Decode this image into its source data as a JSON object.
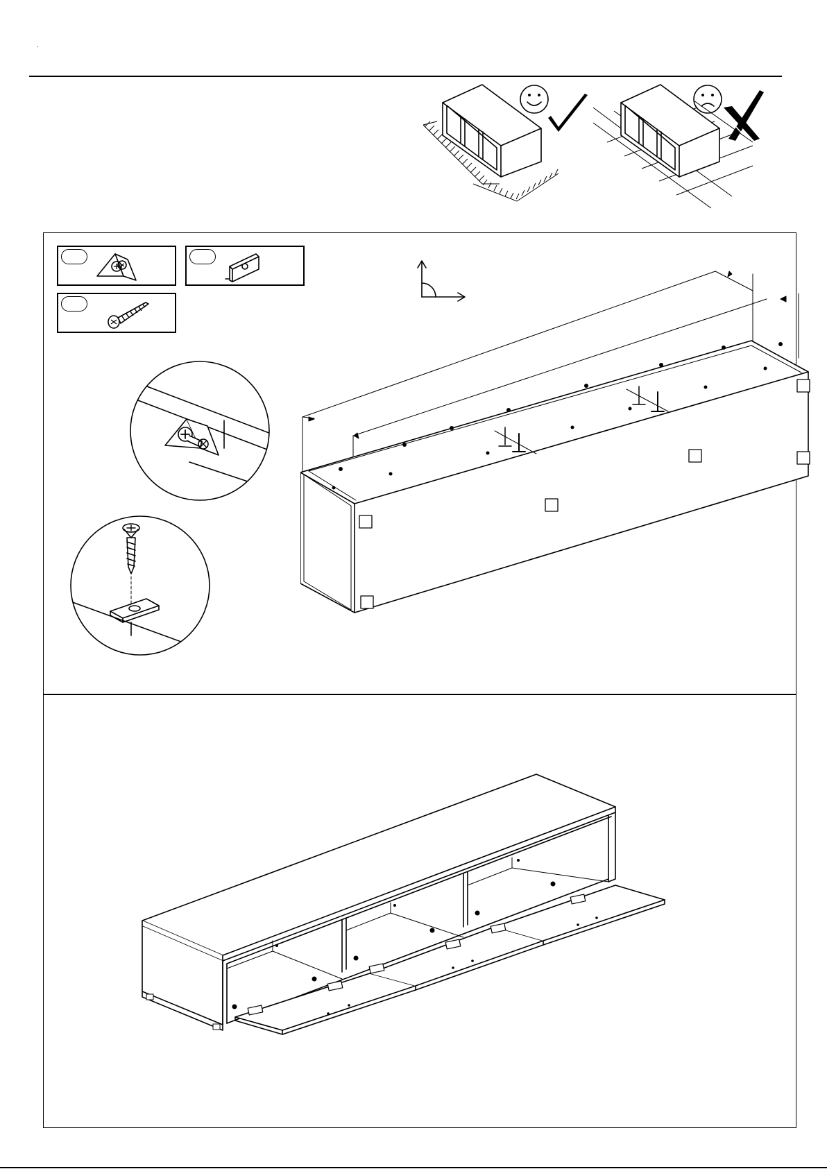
{
  "page": {
    "dot_mark": ".",
    "header_rule": true
  },
  "surface_guidance": {
    "good": {
      "face": "smiley-face-icon",
      "mark": "check-mark-icon",
      "surface": "soft-mat"
    },
    "bad": {
      "face": "sad-face-icon",
      "mark": "cross-mark-icon",
      "surface": "hard-tiled-floor"
    }
  },
  "step1": {
    "parts": [
      {
        "badge": "",
        "icon": "corner-bracket-icon"
      },
      {
        "badge": "",
        "icon": "mounting-plate-icon"
      },
      {
        "badge": "",
        "icon": "wood-screw-icon"
      }
    ],
    "orientation_icon": "right-angle-arrows-icon",
    "detail_views": [
      "corner-bracket-detail",
      "screw-plate-detail"
    ]
  },
  "step2": {
    "illustration": "assembled-tv-cabinet-with-three-flap-doors"
  }
}
